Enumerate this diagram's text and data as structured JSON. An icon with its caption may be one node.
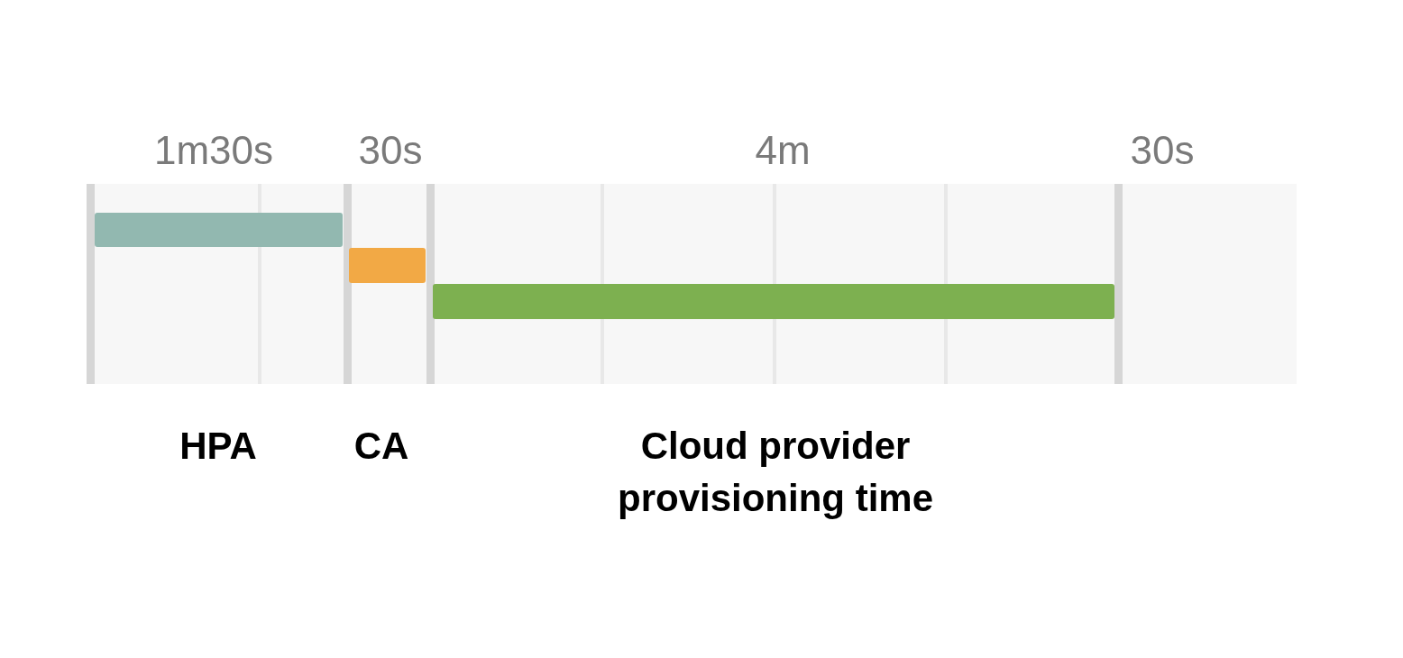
{
  "diagram": {
    "nodes": [
      {
        "text": [],
        "shape": "bar"
      },
      {
        "text": [],
        "shape": "bar"
      },
      {
        "text": [],
        "shape": "bar"
      }
    ],
    "labels": [
      "1m30s",
      "30s",
      "4m",
      "30s",
      "HPA",
      "CA",
      "Cloud provider provisioning time"
    ]
  }
}
